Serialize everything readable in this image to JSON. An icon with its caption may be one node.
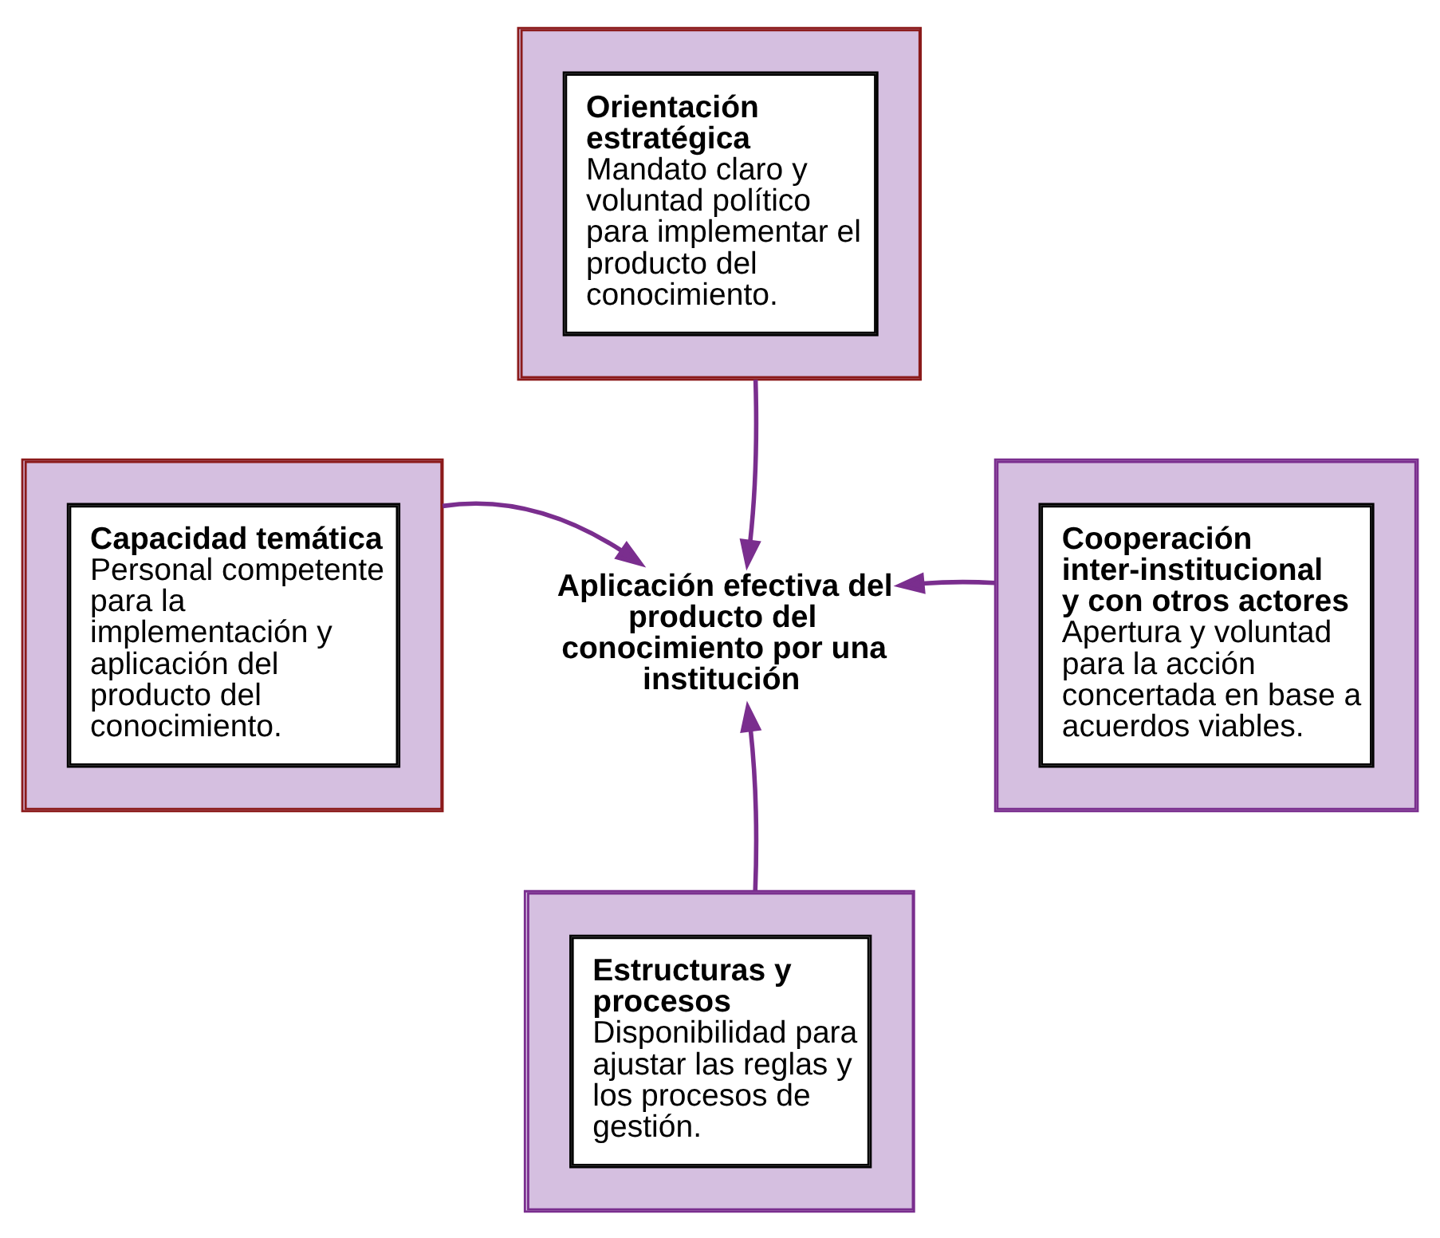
{
  "diagram": {
    "nodes": [
      {
        "text": [
          "Aplicación efectiva del producto del conocimiento por una institución"
        ]
      },
      {
        "text": [
          "Orientación estratégica",
          "Mandato claro y voluntad político para implementar el producto del conocimiento."
        ]
      },
      {
        "text": [
          "Capacidad temática",
          "Personal competente para la implementación y aplicación del producto del conocimiento."
        ]
      },
      {
        "text": [
          "Cooperación inter-institucional y con otros actores",
          "Apertura y voluntad para la acción concertada en base a acuerdos viables."
        ]
      },
      {
        "text": [
          "Estructuras y procesos",
          "Disponibilidad para ajustar las reglas y los procesos de gestión."
        ]
      }
    ],
    "edges": [
      {
        "from": 1,
        "to": 0,
        "arrow": "to"
      },
      {
        "from": 2,
        "to": 0,
        "arrow": "to"
      },
      {
        "from": 3,
        "to": 0,
        "arrow": "to"
      },
      {
        "from": 4,
        "to": 0,
        "arrow": "to"
      }
    ]
  }
}
